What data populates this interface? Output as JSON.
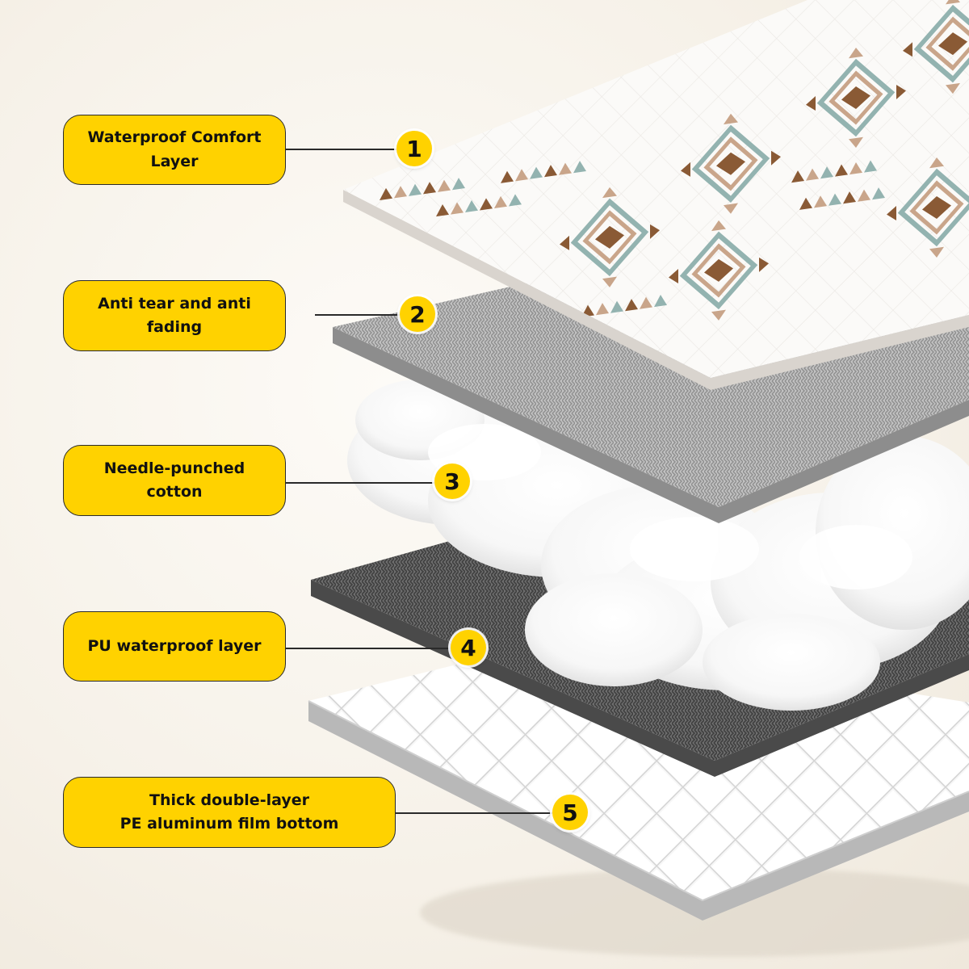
{
  "layers": [
    {
      "number": "1",
      "lines": [
        "Waterproof Comfort Layer"
      ]
    },
    {
      "number": "2",
      "lines": [
        "Anti tear and anti fading"
      ]
    },
    {
      "number": "3",
      "lines": [
        "Needle-punched cotton"
      ]
    },
    {
      "number": "4",
      "lines": [
        "PU waterproof layer"
      ]
    },
    {
      "number": "5",
      "lines": [
        "Thick double-layer",
        "PE aluminum film bottom"
      ]
    }
  ],
  "colors": {
    "label_fill": "#ffd200",
    "label_border": "#2a2a2a",
    "pattern_brown": "#8a5a35",
    "pattern_tan": "#c9a58a",
    "pattern_teal": "#93b3b0",
    "fabric_light": "#9a9a9a",
    "fabric_dark": "#555555"
  }
}
